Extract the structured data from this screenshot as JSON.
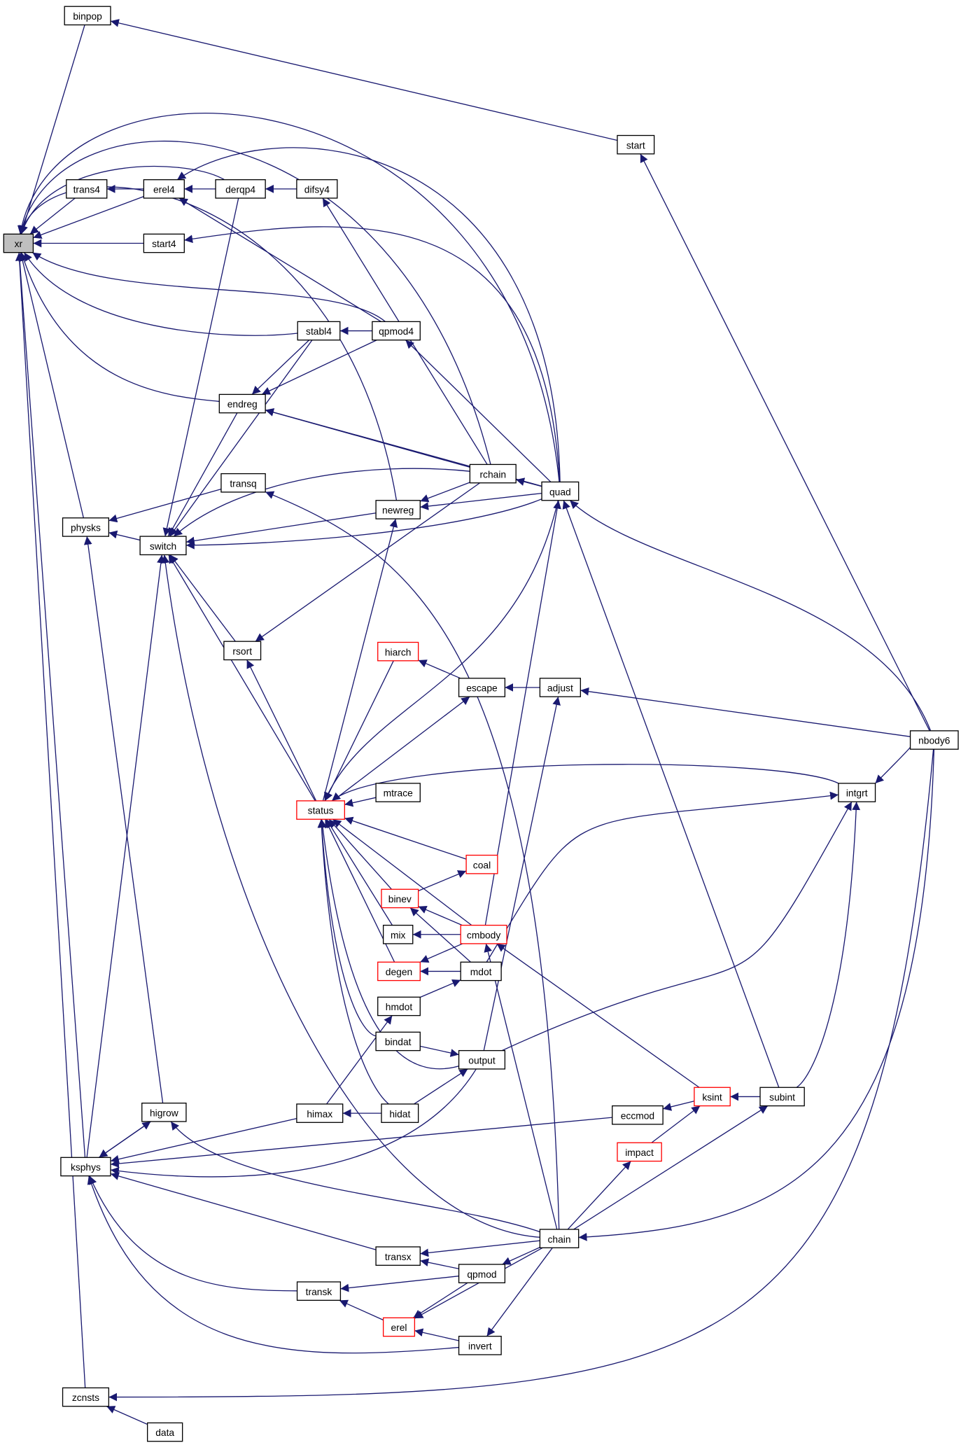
{
  "graph": {
    "type": "caller-graph",
    "root": "xr",
    "edge_color": "#191970",
    "truncated_border_color": "#ff0000",
    "nodes": [
      {
        "id": "xr",
        "label": "xr",
        "root": true
      },
      {
        "id": "binpop",
        "label": "binpop"
      },
      {
        "id": "trans4",
        "label": "trans4"
      },
      {
        "id": "erel4",
        "label": "erel4"
      },
      {
        "id": "derqp4",
        "label": "derqp4"
      },
      {
        "id": "difsy4",
        "label": "difsy4"
      },
      {
        "id": "start4",
        "label": "start4"
      },
      {
        "id": "start",
        "label": "start"
      },
      {
        "id": "stabl4",
        "label": "stabl4"
      },
      {
        "id": "qpmod4",
        "label": "qpmod4"
      },
      {
        "id": "endreg",
        "label": "endreg"
      },
      {
        "id": "rchain",
        "label": "rchain"
      },
      {
        "id": "quad",
        "label": "quad"
      },
      {
        "id": "newreg",
        "label": "newreg"
      },
      {
        "id": "transq",
        "label": "transq"
      },
      {
        "id": "physks",
        "label": "physks"
      },
      {
        "id": "switch",
        "label": "switch"
      },
      {
        "id": "rsort",
        "label": "rsort"
      },
      {
        "id": "hiarch",
        "label": "hiarch",
        "truncated": true
      },
      {
        "id": "escape",
        "label": "escape"
      },
      {
        "id": "adjust",
        "label": "adjust"
      },
      {
        "id": "nbody6",
        "label": "nbody6"
      },
      {
        "id": "status",
        "label": "status",
        "truncated": true
      },
      {
        "id": "mtrace",
        "label": "mtrace"
      },
      {
        "id": "intgrt",
        "label": "intgrt"
      },
      {
        "id": "coal",
        "label": "coal",
        "truncated": true
      },
      {
        "id": "binev",
        "label": "binev",
        "truncated": true
      },
      {
        "id": "mix",
        "label": "mix"
      },
      {
        "id": "cmbody",
        "label": "cmbody",
        "truncated": true
      },
      {
        "id": "degen",
        "label": "degen",
        "truncated": true
      },
      {
        "id": "mdot",
        "label": "mdot"
      },
      {
        "id": "hmdot",
        "label": "hmdot"
      },
      {
        "id": "bindat",
        "label": "bindat"
      },
      {
        "id": "output",
        "label": "output"
      },
      {
        "id": "higrow",
        "label": "higrow"
      },
      {
        "id": "himax",
        "label": "himax"
      },
      {
        "id": "hidat",
        "label": "hidat"
      },
      {
        "id": "eccmod",
        "label": "eccmod"
      },
      {
        "id": "ksint",
        "label": "ksint",
        "truncated": true
      },
      {
        "id": "subint",
        "label": "subint"
      },
      {
        "id": "impact",
        "label": "impact",
        "truncated": true
      },
      {
        "id": "ksphys",
        "label": "ksphys"
      },
      {
        "id": "chain",
        "label": "chain"
      },
      {
        "id": "transx",
        "label": "transx"
      },
      {
        "id": "qpmod",
        "label": "qpmod"
      },
      {
        "id": "transk",
        "label": "transk"
      },
      {
        "id": "erel",
        "label": "erel",
        "truncated": true
      },
      {
        "id": "invert",
        "label": "invert"
      },
      {
        "id": "zcnsts",
        "label": "zcnsts"
      },
      {
        "id": "data",
        "label": "data"
      }
    ],
    "edges": [
      [
        "xr",
        "binpop"
      ],
      [
        "xr",
        "quad"
      ],
      [
        "xr",
        "rchain"
      ],
      [
        "xr",
        "newreg"
      ],
      [
        "xr",
        "derqp4"
      ],
      [
        "xr",
        "trans4"
      ],
      [
        "xr",
        "erel4"
      ],
      [
        "xr",
        "start4"
      ],
      [
        "xr",
        "qpmod4"
      ],
      [
        "xr",
        "stabl4"
      ],
      [
        "xr",
        "endreg"
      ],
      [
        "xr",
        "physks"
      ],
      [
        "xr",
        "ksphys"
      ],
      [
        "xr",
        "zcnsts"
      ],
      [
        "binpop",
        "start"
      ],
      [
        "start",
        "nbody6"
      ],
      [
        "trans4",
        "erel4"
      ],
      [
        "erel4",
        "derqp4"
      ],
      [
        "erel4",
        "quad"
      ],
      [
        "erel4",
        "qpmod4"
      ],
      [
        "derqp4",
        "difsy4"
      ],
      [
        "difsy4",
        "rchain"
      ],
      [
        "start4",
        "quad"
      ],
      [
        "stabl4",
        "qpmod4"
      ],
      [
        "qpmod4",
        "quad"
      ],
      [
        "endreg",
        "stabl4"
      ],
      [
        "endreg",
        "qpmod4"
      ],
      [
        "endreg",
        "quad"
      ],
      [
        "endreg",
        "rchain"
      ],
      [
        "switch",
        "stabl4"
      ],
      [
        "switch",
        "endreg"
      ],
      [
        "switch",
        "rchain"
      ],
      [
        "switch",
        "newreg"
      ],
      [
        "switch",
        "quad"
      ],
      [
        "switch",
        "derqp4"
      ],
      [
        "switch",
        "rsort"
      ],
      [
        "switch",
        "status"
      ],
      [
        "switch",
        "chain"
      ],
      [
        "switch",
        "ksphys"
      ],
      [
        "physks",
        "transq"
      ],
      [
        "physks",
        "switch"
      ],
      [
        "physks",
        "higrow"
      ],
      [
        "rchain",
        "quad"
      ],
      [
        "newreg",
        "rchain"
      ],
      [
        "newreg",
        "quad"
      ],
      [
        "newreg",
        "status"
      ],
      [
        "transq",
        "chain"
      ],
      [
        "rsort",
        "rchain"
      ],
      [
        "rsort",
        "status"
      ],
      [
        "hiarch",
        "escape"
      ],
      [
        "escape",
        "adjust"
      ],
      [
        "escape",
        "status"
      ],
      [
        "status",
        "hiarch"
      ],
      [
        "status",
        "quad"
      ],
      [
        "status",
        "intgrt"
      ],
      [
        "status",
        "mtrace"
      ],
      [
        "status",
        "coal"
      ],
      [
        "status",
        "binev"
      ],
      [
        "status",
        "cmbody"
      ],
      [
        "status",
        "mix"
      ],
      [
        "status",
        "degen"
      ],
      [
        "status",
        "bindat"
      ],
      [
        "status",
        "output"
      ],
      [
        "status",
        "hidat"
      ],
      [
        "quad",
        "nbody6"
      ],
      [
        "quad",
        "cmbody"
      ],
      [
        "quad",
        "subint"
      ],
      [
        "adjust",
        "nbody6"
      ],
      [
        "adjust",
        "output"
      ],
      [
        "intgrt",
        "nbody6"
      ],
      [
        "intgrt",
        "subint"
      ],
      [
        "intgrt",
        "mdot"
      ],
      [
        "intgrt",
        "output"
      ],
      [
        "coal",
        "binev"
      ],
      [
        "binev",
        "cmbody"
      ],
      [
        "binev",
        "mdot"
      ],
      [
        "mix",
        "cmbody"
      ],
      [
        "degen",
        "cmbody"
      ],
      [
        "degen",
        "mdot"
      ],
      [
        "mdot",
        "hmdot"
      ],
      [
        "cmbody",
        "ksint"
      ],
      [
        "cmbody",
        "chain"
      ],
      [
        "hmdot",
        "himax"
      ],
      [
        "output",
        "bindat"
      ],
      [
        "output",
        "hidat"
      ],
      [
        "himax",
        "hidat"
      ],
      [
        "higrow",
        "ksphys"
      ],
      [
        "higrow",
        "chain"
      ],
      [
        "ksphys",
        "higrow"
      ],
      [
        "ksphys",
        "himax"
      ],
      [
        "ksphys",
        "eccmod"
      ],
      [
        "ksphys",
        "output"
      ],
      [
        "ksphys",
        "transx"
      ],
      [
        "ksphys",
        "transk"
      ],
      [
        "ksphys",
        "invert"
      ],
      [
        "eccmod",
        "ksint"
      ],
      [
        "ksint",
        "subint"
      ],
      [
        "ksint",
        "impact"
      ],
      [
        "impact",
        "chain"
      ],
      [
        "subint",
        "chain"
      ],
      [
        "chain",
        "nbody6"
      ],
      [
        "transx",
        "chain"
      ],
      [
        "transx",
        "qpmod"
      ],
      [
        "qpmod",
        "chain"
      ],
      [
        "transk",
        "qpmod"
      ],
      [
        "transk",
        "erel"
      ],
      [
        "erel",
        "qpmod"
      ],
      [
        "erel",
        "chain"
      ],
      [
        "erel",
        "invert"
      ],
      [
        "invert",
        "chain"
      ],
      [
        "zcnsts",
        "nbody6"
      ],
      [
        "zcnsts",
        "data"
      ]
    ]
  }
}
